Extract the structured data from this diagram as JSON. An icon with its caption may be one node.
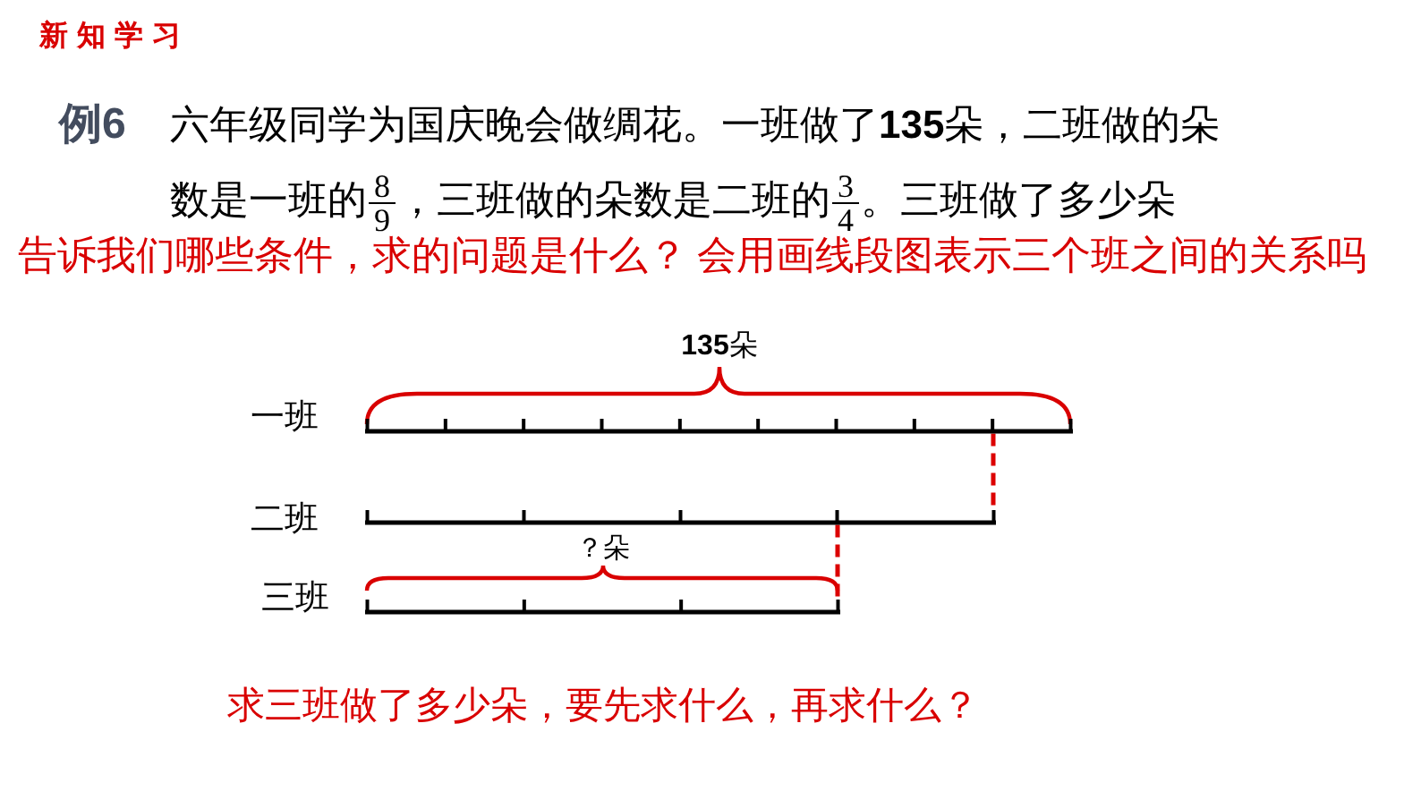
{
  "diagram": {
    "title": "新知学习",
    "nodes": [
      {
        "text": [],
        "shape": "bar",
        "beside": [
          "一班"
        ]
      },
      {
        "text": [],
        "shape": "bar",
        "beside": [
          "二班"
        ]
      },
      {
        "text": [],
        "shape": "bar",
        "beside": [
          "三班"
        ]
      }
    ],
    "edges": [
      {
        "from": 0,
        "to": 1,
        "arrow": "none",
        "style": "dashed",
        "color": "#dc0000"
      },
      {
        "from": 1,
        "to": 2,
        "arrow": "none",
        "style": "dashed",
        "color": "#dc0000"
      }
    ],
    "labels": [
      "例6",
      "六年级同学为国庆晚会做绸花。一班做了**135**朵，二班做的朵数是一班的$^{8}$$_{9}$，三班做的朵数是二班的$^{3}$$_{4}$。三班做了多少朵",
      "告诉我们哪些条件，求的问题是什么？ 会用画线段图表示三个班之间的关系吗",
      "**135**朵",
      "？朵",
      "求三班做了多少朵，要先求什么，再求什么？"
    ]
  }
}
